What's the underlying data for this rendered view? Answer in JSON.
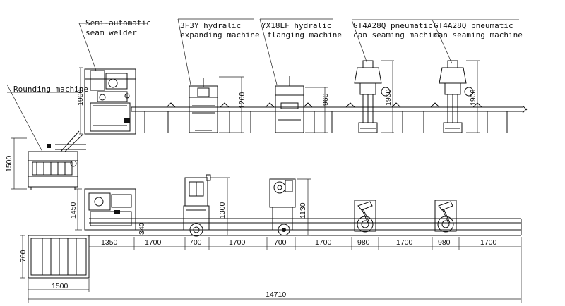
{
  "labels": {
    "semi_auto_1": "Semi-automatic",
    "semi_auto_2": "seam welder",
    "rounding": "Rounding machine",
    "expand_1": "3F3Y hydralic",
    "expand_2": "expanding machine",
    "flange_1": "YX18LF hydralic",
    "flange_2": "flanging machine",
    "seam1_1": "GT4A28Q pneumatic",
    "seam1_2": "can seaming machine",
    "seam2_1": "GT4A28Q pneumatic",
    "seam2_2": "can seaming machine"
  },
  "dims_elevation": {
    "welder_h": "1900",
    "rounding_h": "1500",
    "expander_h": "1200",
    "flanger_h": "960",
    "seamer1_h": "1900",
    "seamer2_h": "1900"
  },
  "dims_plan": {
    "welder_depth": "1450",
    "expander_depth": "1300",
    "flanger_depth": "1130",
    "conveyor_offset": "340",
    "feed_table_depth": "700",
    "feed_table_len": "1500",
    "seg_1350": "1350",
    "seg_1700_a": "1700",
    "seg_700_a": "700",
    "seg_1700_b": "1700",
    "seg_700_b": "700",
    "seg_1700_c": "1700",
    "seg_980_a": "980",
    "seg_1700_d": "1700",
    "seg_980_b": "980",
    "seg_1700_e": "1700",
    "total": "14710"
  }
}
